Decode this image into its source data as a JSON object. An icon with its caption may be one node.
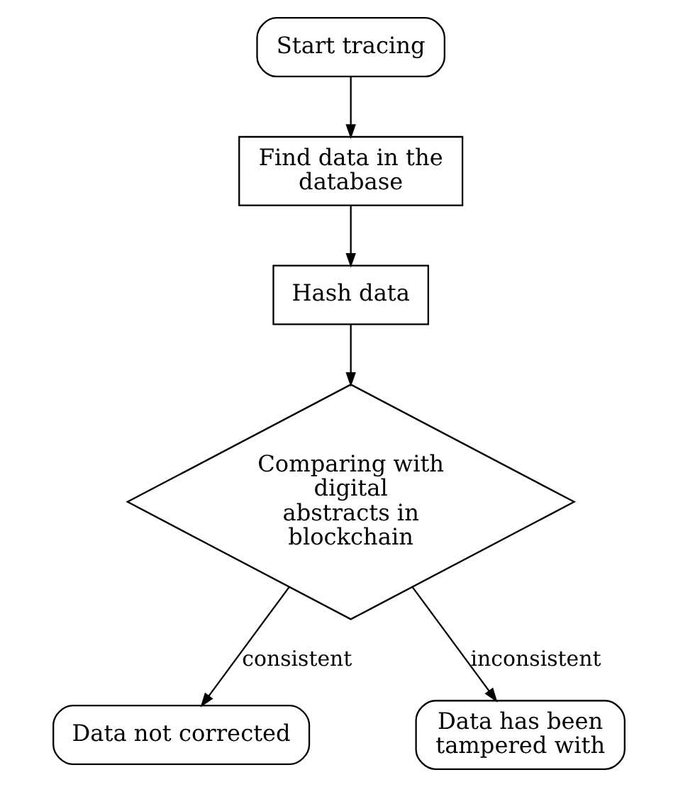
{
  "diagram": {
    "nodes": [
      {
        "text": [
          "Start tracing"
        ]
      },
      {
        "text": [
          "Find data in the database"
        ]
      },
      {
        "text": [
          "Hash data"
        ]
      },
      {
        "text": [
          "Comparing with digital abstracts in blockchain"
        ]
      },
      {
        "text": [
          "Data not corrected"
        ]
      },
      {
        "text": [
          "Data has been tampered with"
        ]
      }
    ],
    "edges": [
      {
        "from": 0,
        "to": 1,
        "arrow": "to"
      },
      {
        "from": 1,
        "to": 2,
        "arrow": "to"
      },
      {
        "from": 2,
        "to": 3,
        "arrow": "to"
      },
      {
        "from": 3,
        "to": 4,
        "arrow": "to",
        "label": "consistent"
      },
      {
        "from": 3,
        "to": 5,
        "arrow": "to",
        "label": "inconsistent"
      }
    ]
  }
}
